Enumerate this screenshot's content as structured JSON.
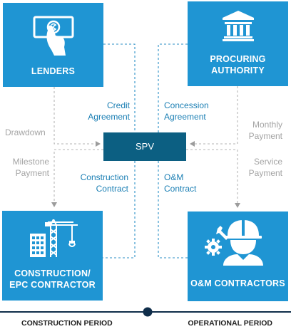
{
  "boxes": {
    "lenders": "LENDERS",
    "procuring": [
      "PROCURING",
      "AUTHORITY"
    ],
    "construction": [
      "CONSTRUCTION/",
      "EPC CONTRACTOR"
    ],
    "om": "O&M CONTRACTORS"
  },
  "center": "SPV",
  "links": {
    "credit": [
      "Credit",
      "Agreement"
    ],
    "concession": [
      "Concession",
      "Agreement"
    ],
    "drawdown": "Drawdown",
    "monthly": [
      "Monthly",
      "Payment"
    ],
    "milestone": [
      "Milestone",
      "Payment"
    ],
    "service": [
      "Service",
      "Payment"
    ],
    "construction_contract": [
      "Construction",
      "Contract"
    ],
    "om_contract": [
      "O&M",
      "Contract"
    ]
  },
  "timeline": {
    "left": "CONSTRUCTION PERIOD",
    "right": "OPERATIONAL PERIOD"
  },
  "colors": {
    "box": "#1f95d3",
    "spv": "#0c5f82",
    "timeline": "#0f2d4a",
    "blue_dashed": "#2b8fc6",
    "grey_dashed": "#b6b6b6"
  }
}
